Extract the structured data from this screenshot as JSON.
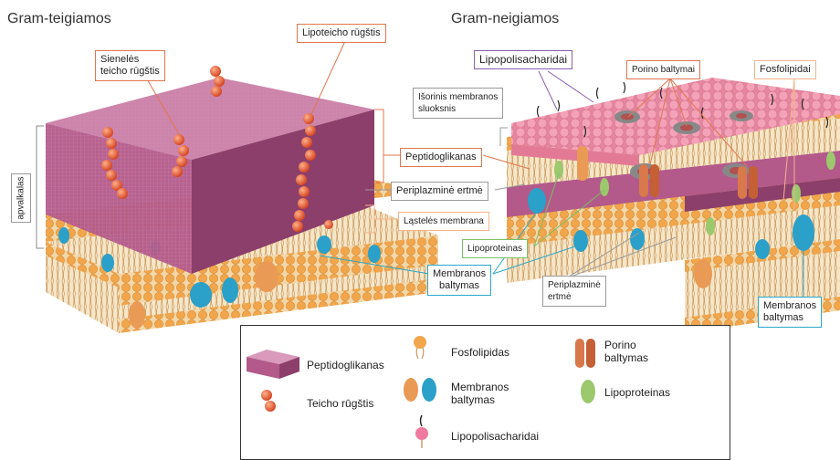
{
  "titles": {
    "left": "Gram-teigiamos",
    "right": "Gram-neigiamos"
  },
  "labels": {
    "lipoteichoic": "Lipoteicho rūgštis",
    "wall_teichoic": "Sienelės\nteicho rūgštis",
    "envelope": "apvalkalas",
    "peptidoglycan": "Peptidoglikanas",
    "periplasmic": "Periplazminė ertmė",
    "cell_membrane": "Ląstelės membrana",
    "membrane_proteins_left": "Membranos\nbaltymas",
    "lps": "Lipopolisacharidai",
    "outer_membrane": "Išorinis membranos\nsluoksnis",
    "porin": "Porino baltymai",
    "phospholipids": "Fosfolipidai",
    "lipoproteins": "Lipoproteinas",
    "periplasmic_right": "Periplazminė\nertmė",
    "membrane_proteins_right": "Membranos\nbaltymas"
  },
  "legend": {
    "peptidoglycan": "Peptidoglikanas",
    "teichoic": "Teicho rūgštis",
    "phospholipid": "Fosfolipidas",
    "membrane_protein": "Membranos\nbaltymas",
    "lps": "Lipopolisacharidai",
    "porin": "Porino\nbaltymas",
    "lipoprotein": "Lipoproteinas"
  },
  "colors": {
    "peptidoglycan": "#a8527f",
    "teichoic": "#e0542e",
    "phospholipid_head": "#f0a64a",
    "membrane_protein_blue": "#2ba0c8",
    "membrane_protein_orange": "#e99a55",
    "lps_head": "#f07aa0",
    "lipoprotein": "#9cc86e"
  }
}
